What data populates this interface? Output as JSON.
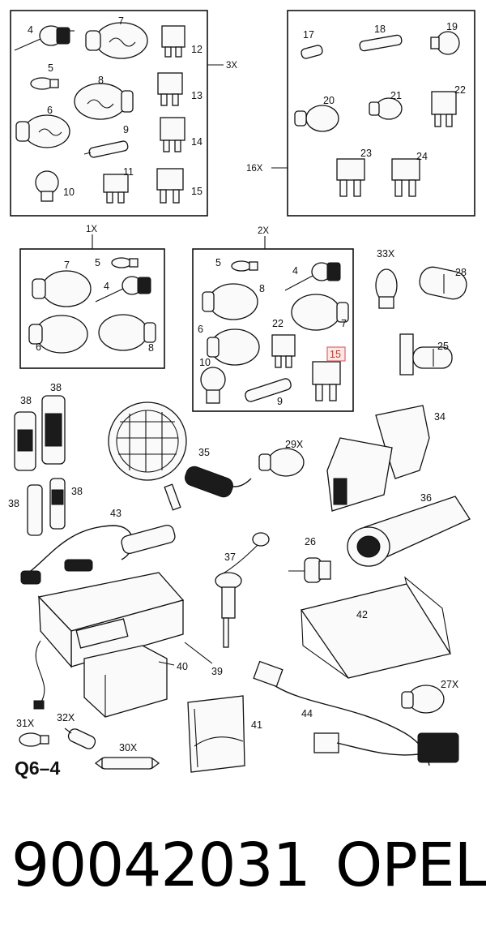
{
  "diagram": {
    "figure_code": "Q6–4",
    "part_number": "90042031",
    "brand": "OPEL",
    "group_labels": {
      "box_a_qty": "3X",
      "box_b_qty": "16X",
      "box_c_qty": "1X",
      "box_d_qty": "2X"
    },
    "highlighted_callout": "15",
    "callouts": {
      "a4": "4",
      "a5": "5",
      "a6": "6",
      "a7": "7",
      "a8": "8",
      "a9": "9",
      "a10": "10",
      "a11": "11",
      "a12": "12",
      "a13": "13",
      "a14": "14",
      "a15": "15",
      "b17": "17",
      "b18": "18",
      "b19": "19",
      "b20": "20",
      "b21": "21",
      "b22": "22",
      "b23": "23",
      "b24": "24",
      "c7": "7",
      "c5": "5",
      "c4": "4",
      "c6": "6",
      "c8": "8",
      "d5": "5",
      "d4": "4",
      "d8": "8",
      "d7": "7",
      "d6": "6",
      "d22": "22",
      "d15": "15",
      "d10": "10",
      "d9": "9",
      "p33": "33X",
      "p28": "28",
      "p25": "25",
      "p34": "34",
      "p38a": "38",
      "p38b": "38",
      "p38c": "38",
      "p38d": "38",
      "p35": "35",
      "p29": "29X",
      "p43": "43",
      "p36": "36",
      "p26": "26",
      "p37": "37",
      "p42": "42",
      "p40": "40",
      "p39": "39",
      "p27": "27X",
      "p41": "41",
      "p44": "44",
      "p31": "31X",
      "p32": "32X",
      "p30": "30X"
    }
  }
}
